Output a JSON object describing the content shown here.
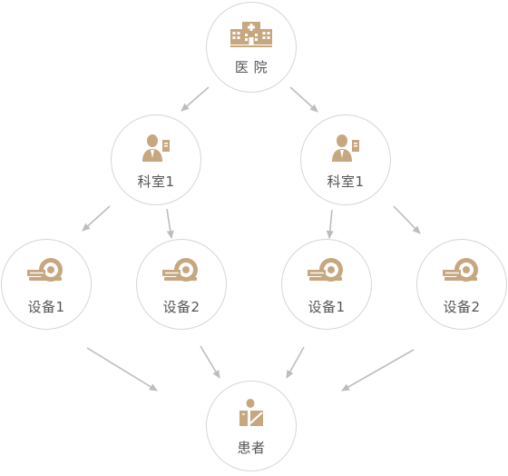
{
  "colors": {
    "icon": "#c7a77f",
    "border": "#d6d6d6",
    "arrow": "#bdbdbd",
    "text": "#555555"
  },
  "nodes": {
    "hospital": {
      "label": "医 院",
      "icon": "hospital-icon"
    },
    "dept_left": {
      "label": "科室1",
      "icon": "doctor-icon"
    },
    "dept_right": {
      "label": "科室1",
      "icon": "doctor-icon"
    },
    "device_1": {
      "label": "设备1",
      "icon": "scanner-icon"
    },
    "device_2": {
      "label": "设备2",
      "icon": "scanner-icon"
    },
    "device_3": {
      "label": "设备1",
      "icon": "scanner-icon"
    },
    "device_4": {
      "label": "设备2",
      "icon": "scanner-icon"
    },
    "patient": {
      "label": "患者",
      "icon": "patient-icon"
    }
  }
}
